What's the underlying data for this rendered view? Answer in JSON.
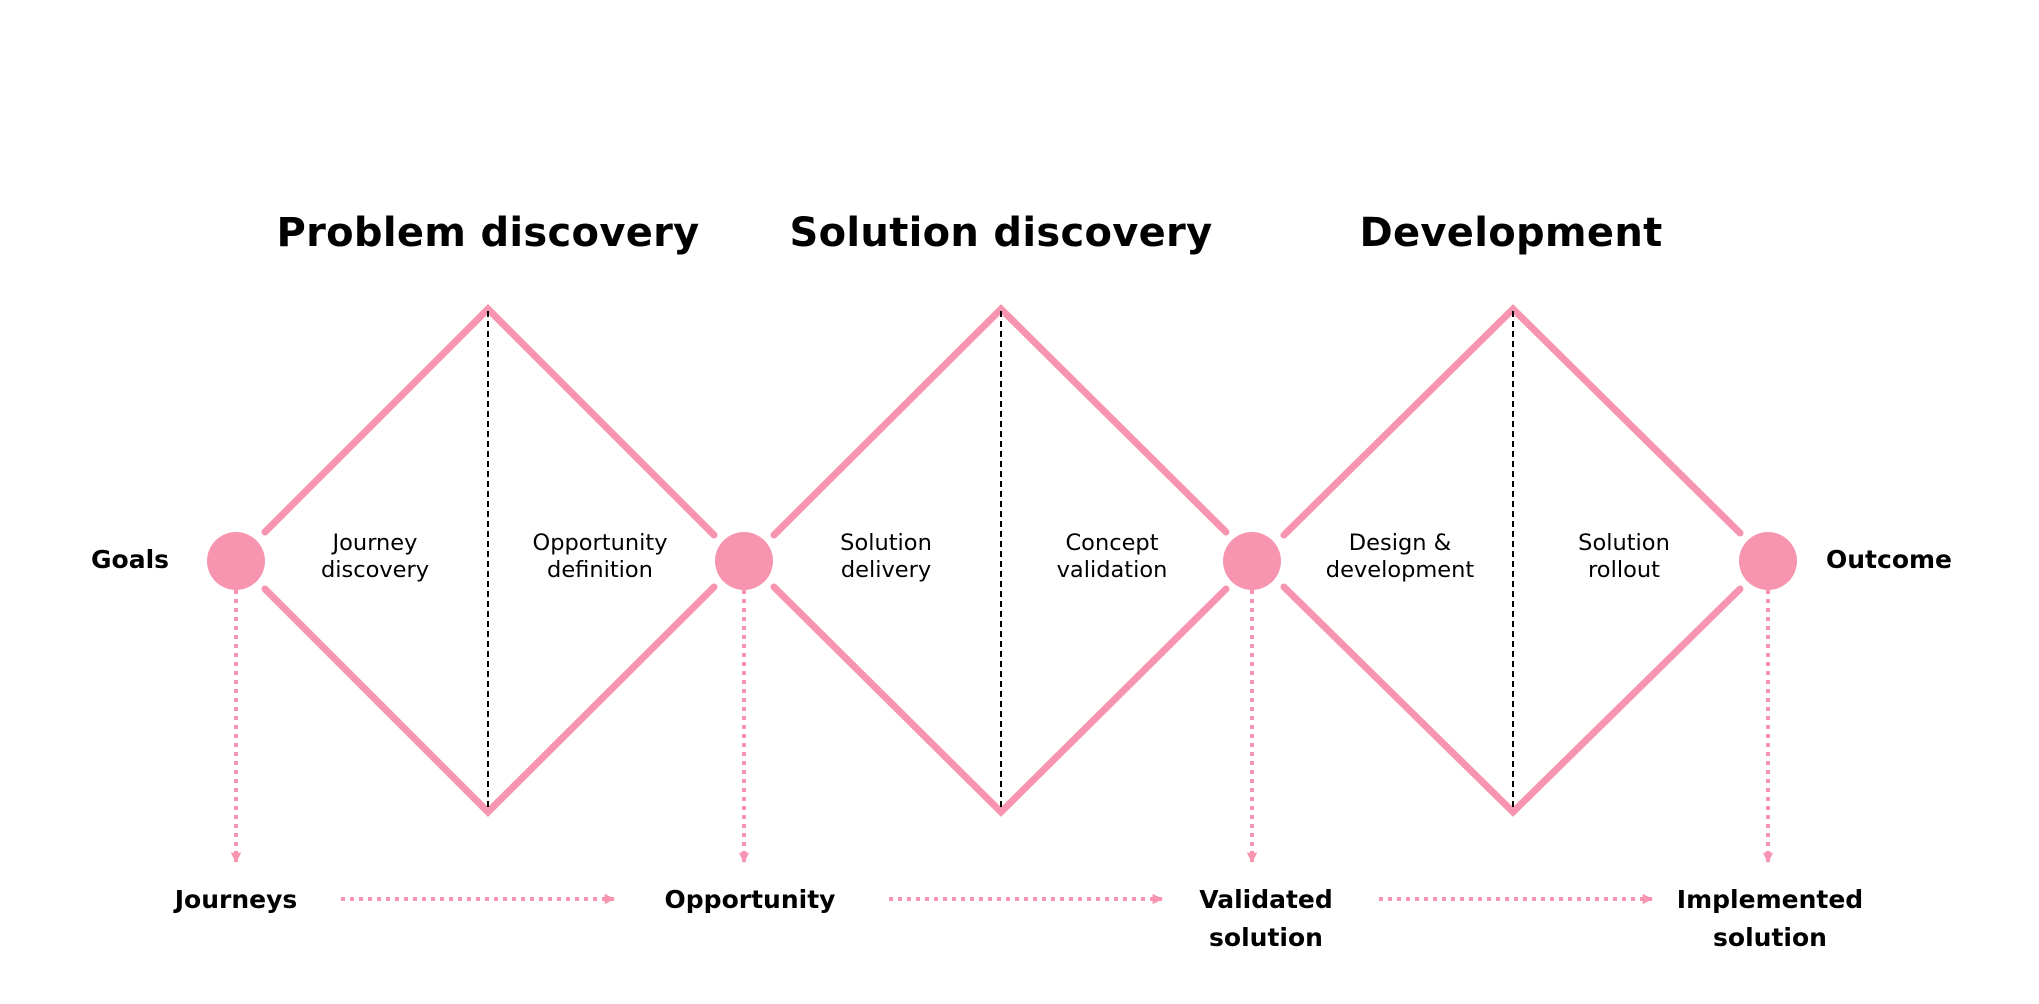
{
  "colors": {
    "accent": "#f795b0",
    "divider": "#000000",
    "text": "#000000",
    "background": "#ffffff"
  },
  "phases": [
    {
      "title": "Problem discovery",
      "left_label": [
        "Journey",
        "discovery"
      ],
      "right_label": [
        "Opportunity",
        "definition"
      ]
    },
    {
      "title": "Solution discovery",
      "left_label": [
        "Solution",
        "delivery"
      ],
      "right_label": [
        "Concept",
        "validation"
      ]
    },
    {
      "title": "Development",
      "left_label": [
        "Design &",
        "development"
      ],
      "right_label": [
        "Solution",
        "rollout"
      ]
    }
  ],
  "start_label": "Goals",
  "end_label": "Outcome",
  "outputs": [
    {
      "lines": [
        "Journeys"
      ]
    },
    {
      "lines": [
        "Opportunity"
      ]
    },
    {
      "lines": [
        "Validated",
        "solution"
      ]
    },
    {
      "lines": [
        "Implemented",
        "solution"
      ]
    }
  ]
}
